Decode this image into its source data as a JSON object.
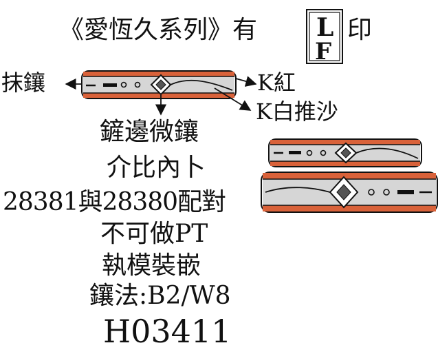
{
  "series_line": {
    "before_logo": "《愛恆久系列》有",
    "logo_letters": "LF",
    "after_logo": "印"
  },
  "callouts": {
    "left": "抹鑲",
    "right_top": "K紅",
    "right_bottom": "K白推沙"
  },
  "notes": [
    "鏟邊微鑲",
    "介比內卜",
    "28381與28380配對",
    "不可做PT",
    "執模裝嵌",
    "鑲法:B2/W8"
  ],
  "product_code": "H03411",
  "colors": {
    "ink": "#111111",
    "band_red": "#d9623a",
    "band_shade": "#8a8a8a",
    "band_dark": "#555555"
  }
}
